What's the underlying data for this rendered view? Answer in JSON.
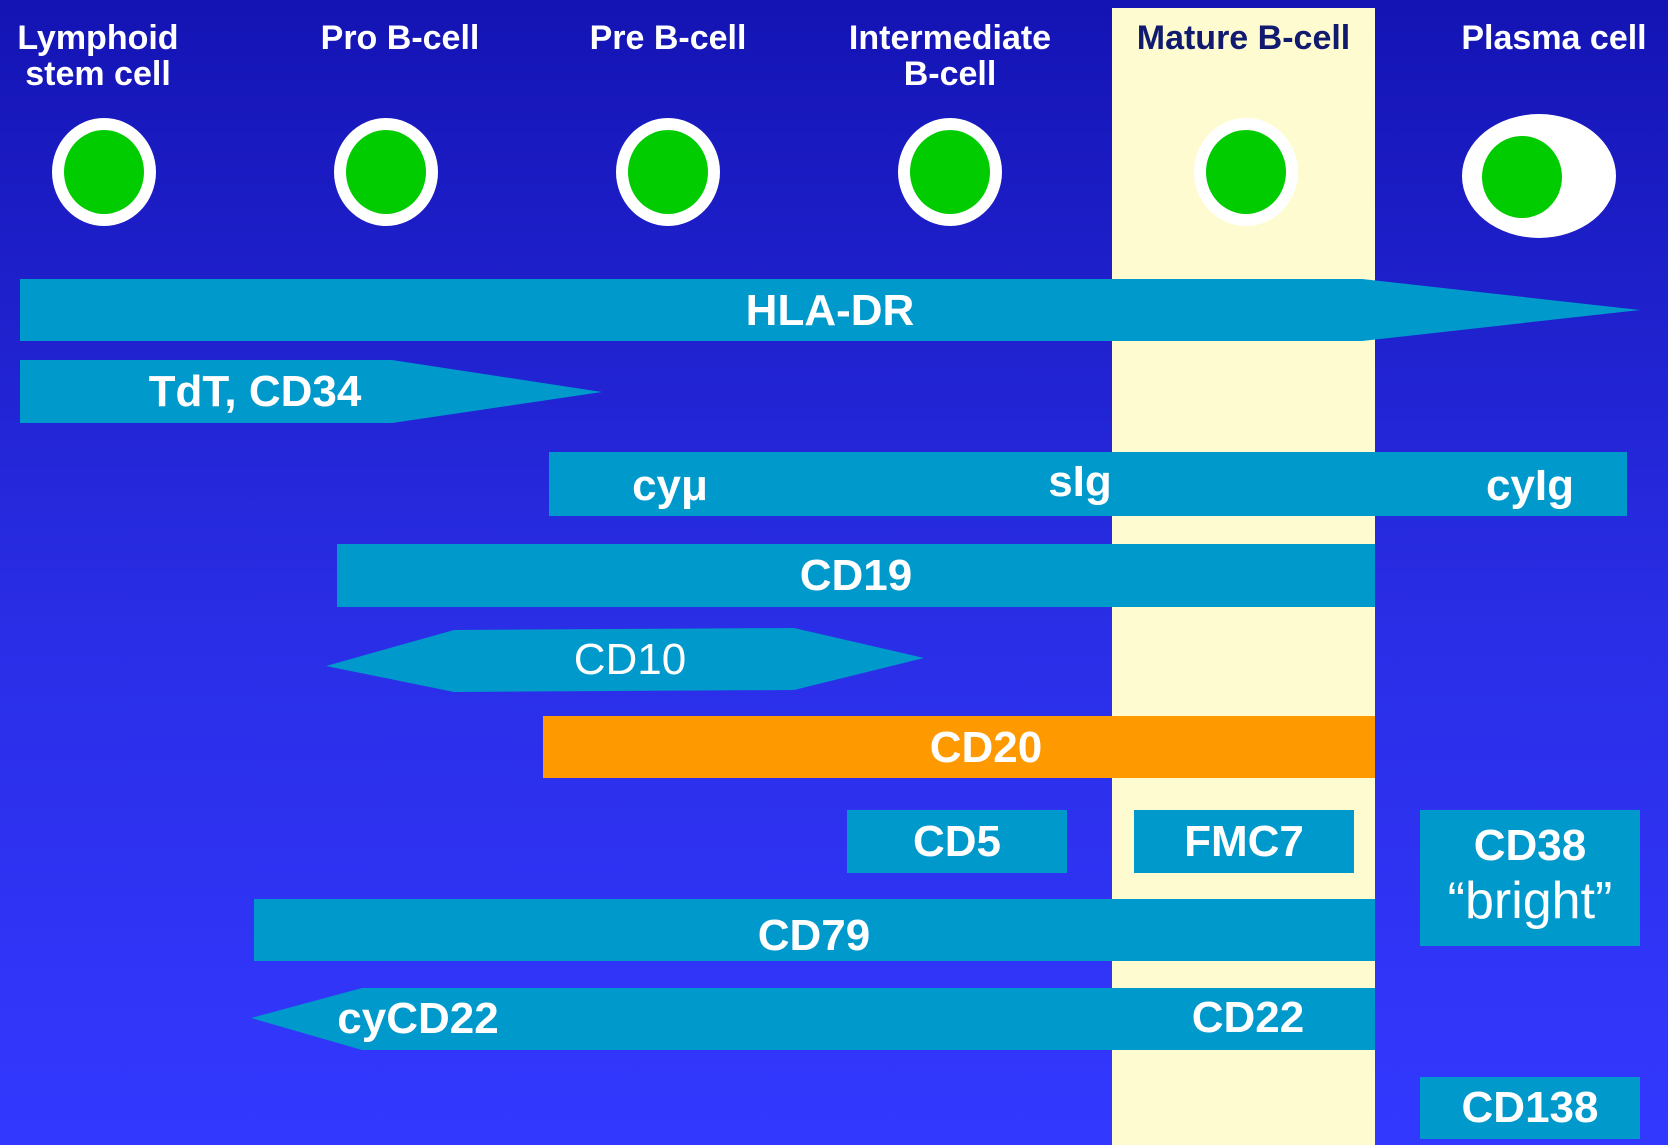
{
  "stages": [
    {
      "id": "lymphoid",
      "label": "Lymphoid\nstem cell"
    },
    {
      "id": "pro",
      "label": "Pro B-cell"
    },
    {
      "id": "pre",
      "label": "Pre B-cell"
    },
    {
      "id": "intermediate",
      "label": "Intermediate\nB-cell"
    },
    {
      "id": "mature",
      "label": "Mature B-cell"
    },
    {
      "id": "plasma",
      "label": "Plasma cell"
    }
  ],
  "markers": {
    "hla_dr": "HLA-DR",
    "tdt_cd34": "TdT, CD34",
    "cymu": "cyμ",
    "sig": "sIg",
    "cyig": "cyIg",
    "cd19": "CD19",
    "cd10": "CD10",
    "cd20": "CD20",
    "cd5": "CD5",
    "fmc7": "FMC7",
    "cd38": "CD38",
    "cd38_bright": "“bright”",
    "cd79": "CD79",
    "cycd22": "cyCD22",
    "cd22": "CD22",
    "cd138": "CD138"
  },
  "colors": {
    "bar": "#0099cc",
    "highlight_bar": "#ff9900",
    "nucleus": "#00cc00",
    "mature_column": "#fffbd0"
  }
}
